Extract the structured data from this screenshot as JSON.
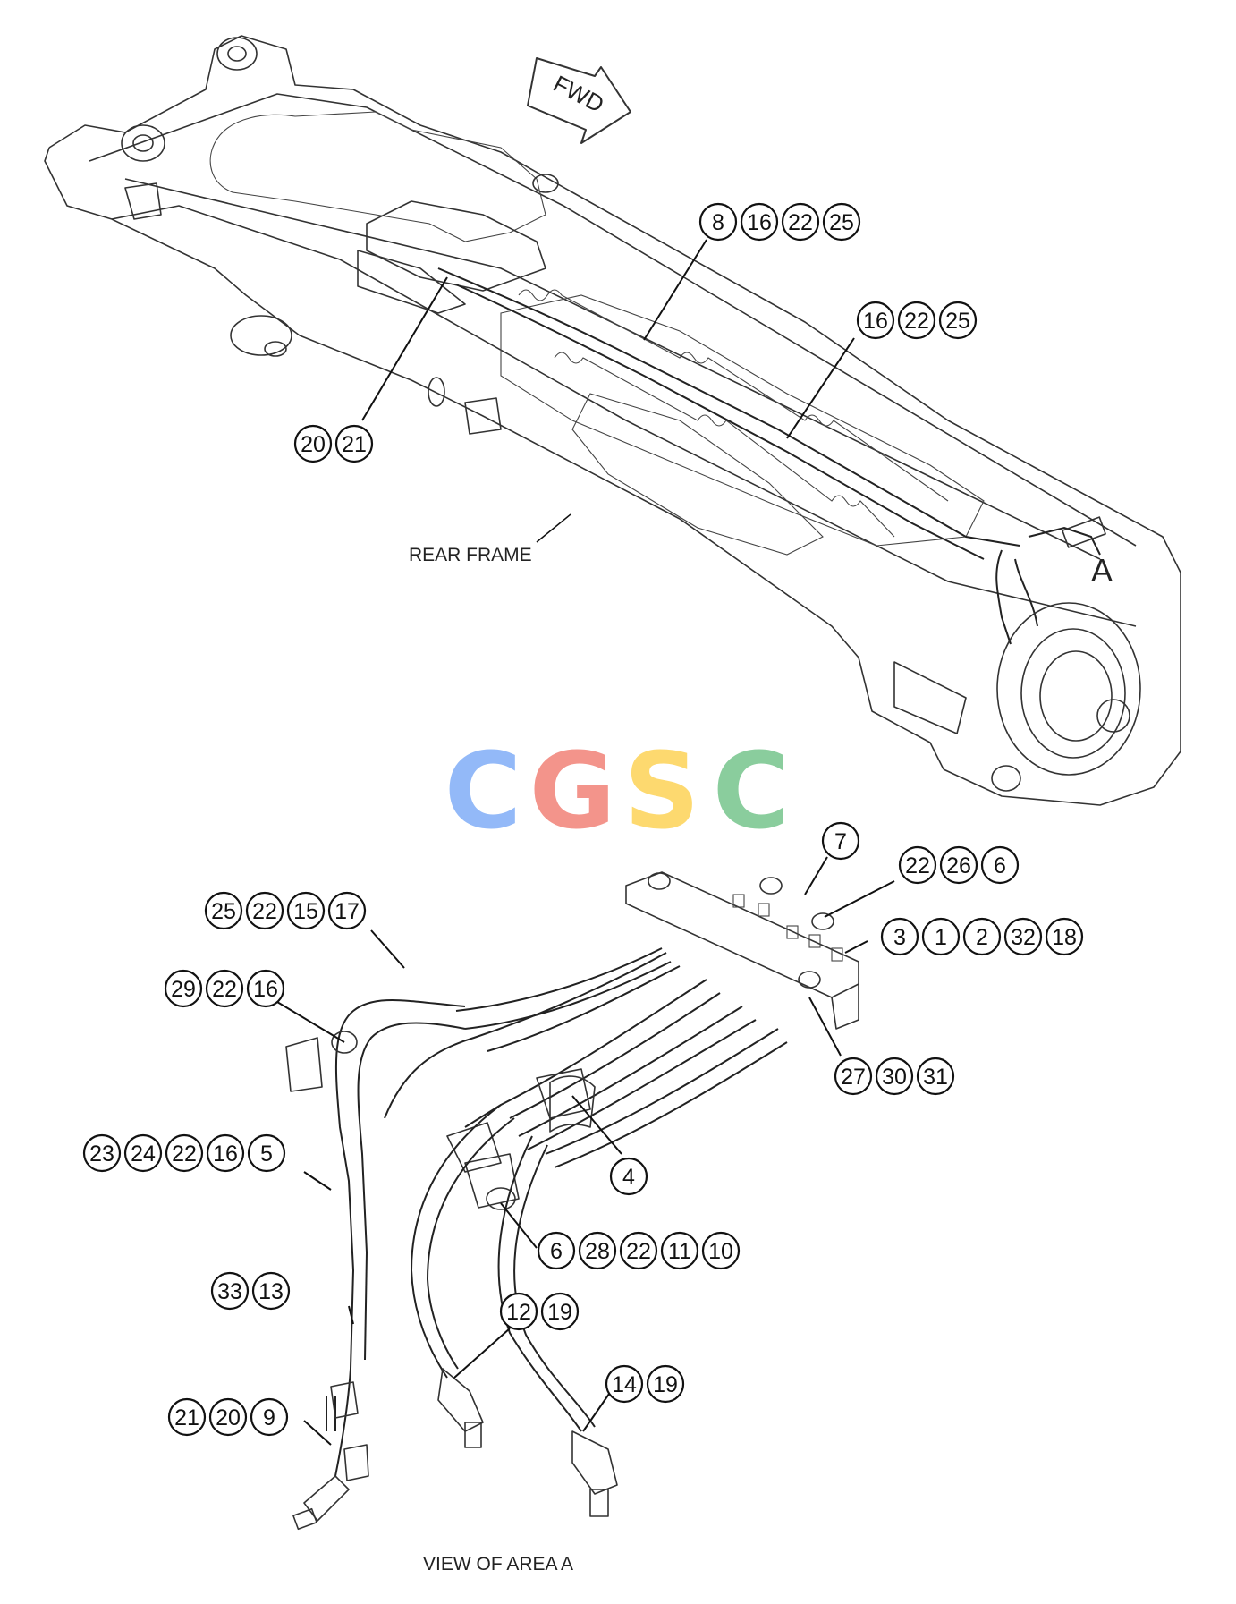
{
  "fwd_label": "FWD",
  "area_marker": "A",
  "rear_frame_label": "REAR FRAME",
  "view_label": "VIEW OF AREA A",
  "watermark": {
    "text": "CGSC",
    "colors": [
      "#8ab4f8",
      "#f28b82",
      "#fdd663",
      "#81c995"
    ]
  },
  "callout_groups": [
    {
      "items": [
        "8",
        "16",
        "22",
        "25"
      ]
    },
    {
      "items": [
        "16",
        "22",
        "25"
      ]
    },
    {
      "items": [
        "20",
        "21"
      ]
    },
    {
      "items": [
        "7"
      ]
    },
    {
      "items": [
        "22",
        "26",
        "6"
      ]
    },
    {
      "items": [
        "25",
        "22",
        "15",
        "17"
      ]
    },
    {
      "items": [
        "3",
        "1",
        "2",
        "32",
        "18"
      ]
    },
    {
      "items": [
        "29",
        "22",
        "16"
      ]
    },
    {
      "items": [
        "27",
        "30",
        "31"
      ]
    },
    {
      "items": [
        "4"
      ]
    },
    {
      "items": [
        "23",
        "24",
        "22",
        "16",
        "5"
      ]
    },
    {
      "items": [
        "6",
        "28",
        "22",
        "11",
        "10"
      ]
    },
    {
      "items": [
        "33",
        "13"
      ]
    },
    {
      "items": [
        "12",
        "19"
      ]
    },
    {
      "items": [
        "14",
        "19"
      ]
    },
    {
      "items": [
        "21",
        "20",
        "9"
      ]
    }
  ]
}
